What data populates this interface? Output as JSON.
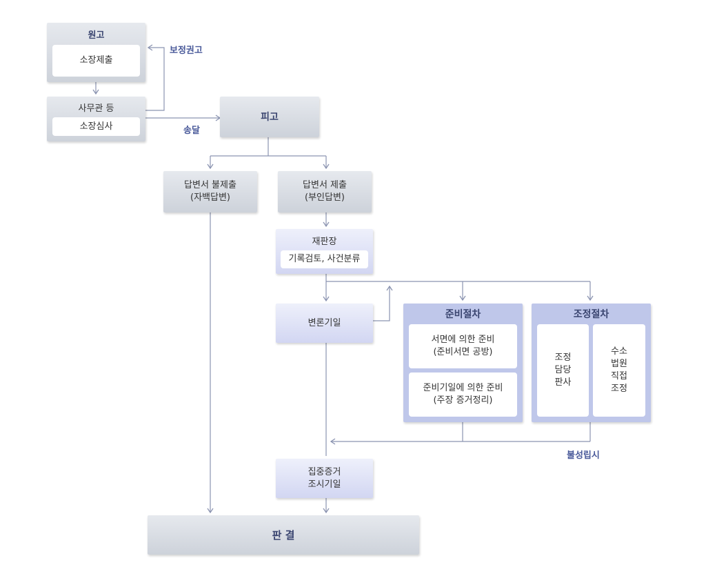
{
  "plaintiff": {
    "title": "원고",
    "action": "소장제출"
  },
  "clerk": {
    "title": "사무관 등",
    "action": "소장심사"
  },
  "defendant": {
    "title": "피고"
  },
  "labels": {
    "correction": "보정권고",
    "delivery": "송달",
    "failure": "불성립시"
  },
  "no_answer": {
    "text": "답변서 불제출\n(자백답변)"
  },
  "answer": {
    "text": "답변서 제출\n(부인답변)"
  },
  "presiding": {
    "title": "재판장",
    "action": "기록검토, 사건분류"
  },
  "pleading": {
    "text": "변론기일"
  },
  "prep": {
    "title": "준비절차",
    "written": "서면에 의한 준비\n(준비서면 공방)",
    "hearing": "준비기일에 의한 준비\n(주장 증거정리)"
  },
  "mediation": {
    "title": "조정절차",
    "judge": "조정\n담당\n판사",
    "court": "수소\n법원\n직접\n조정"
  },
  "evidence": {
    "text": "집중증거\n조시기일"
  },
  "judgment": {
    "text": "판 결"
  }
}
